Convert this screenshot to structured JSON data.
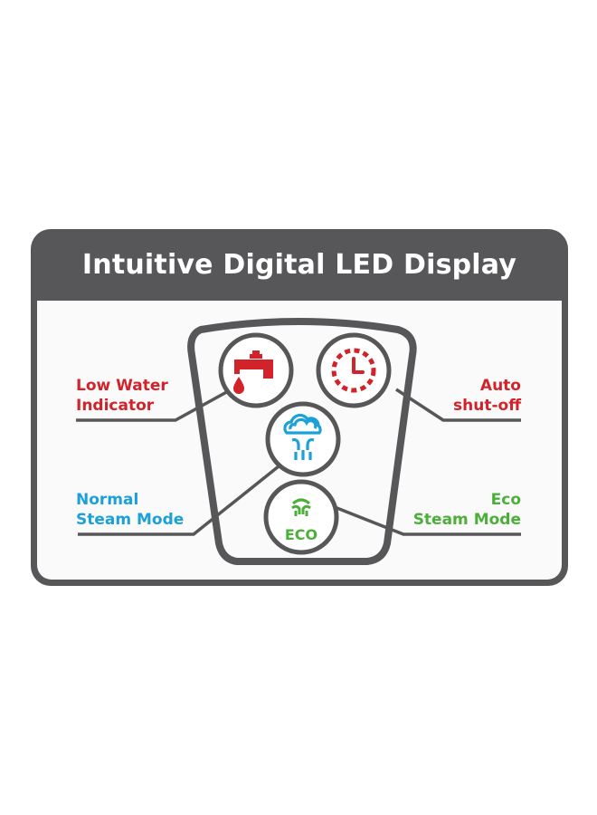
{
  "title": "Intuitive Digital LED Display",
  "colors": {
    "frame": "#575759",
    "low_water": "#d2232a",
    "auto_shutoff": "#d2232a",
    "normal_steam": "#1ba1d8",
    "eco_steam": "#4caf3a"
  },
  "indicators": {
    "low_water": {
      "icon": "faucet-drop-icon",
      "line1": "Low Water",
      "line2": "Indicator"
    },
    "auto_shutoff": {
      "icon": "clock-icon",
      "line1": "Auto",
      "line2": "shut-off"
    },
    "normal_steam": {
      "icon": "steam-cloud-icon",
      "line1": "Normal",
      "line2": "Steam Mode"
    },
    "eco_steam": {
      "icon": "eco-steam-icon",
      "line1": "Eco",
      "line2": "Steam Mode",
      "badge": "ECO"
    }
  }
}
